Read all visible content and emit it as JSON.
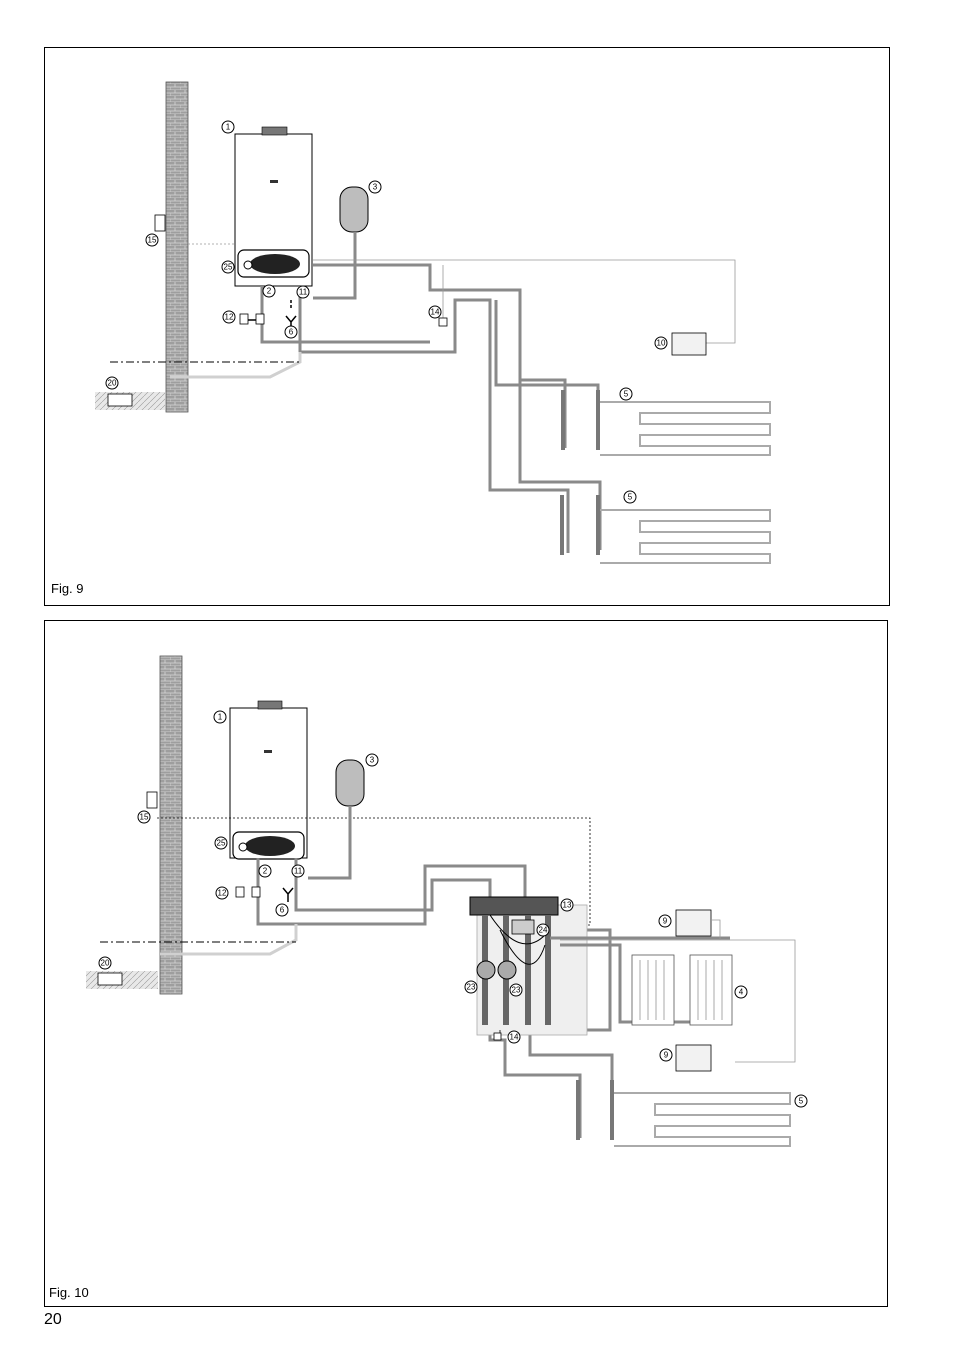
{
  "page_number": "20",
  "figures": [
    {
      "label": "Fig. 9",
      "callouts": [
        "1",
        "3",
        "15",
        "25",
        "2",
        "11",
        "12",
        "14",
        "6",
        "10",
        "20",
        "5",
        "5"
      ]
    },
    {
      "label": "Fig. 10",
      "callouts": [
        "1",
        "3",
        "15",
        "25",
        "2",
        "11",
        "12",
        "6",
        "13",
        "24",
        "9",
        "4",
        "23",
        "23",
        "14",
        "20",
        "9",
        "5"
      ]
    }
  ],
  "colors": {
    "pipe": "#8a8a8a",
    "pipe_light": "#c8c8c8",
    "brick": "#9a9a9a",
    "line": "#000000"
  }
}
